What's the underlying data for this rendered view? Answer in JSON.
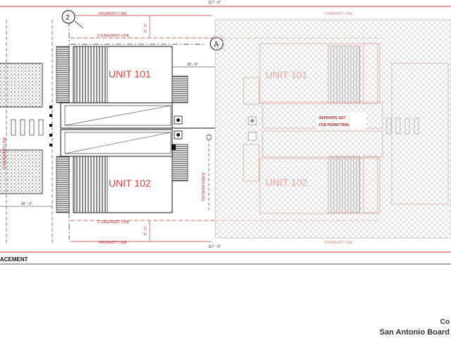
{
  "plan": {
    "overall_dimension": "117' - 0\"",
    "property_line": "PROPERTY LINE",
    "easement_line": "5' EASEMENT LINE",
    "setback_vertical": "5' - 0\"",
    "setback_10ft": "10' - 0\"",
    "grid_bubble_2": "2",
    "grid_bubble_a": "A",
    "unit_101": "UNIT 101",
    "unit_102": "UNIT 102",
    "division_fence": "DIVISION FENCE",
    "separate_set_line1": "SEPARATE SET",
    "separate_set_line2": "FOR PERMITTING",
    "left_vertical_label": "5' EASEMENT LINE",
    "caption": "ACEMENT"
  },
  "watermark": {
    "line1": "Co",
    "line2": "San Antonio Board"
  },
  "colors": {
    "property_line": "#c0302c",
    "unit_label": "#d8453f",
    "hatch": "#bdbdbd"
  }
}
